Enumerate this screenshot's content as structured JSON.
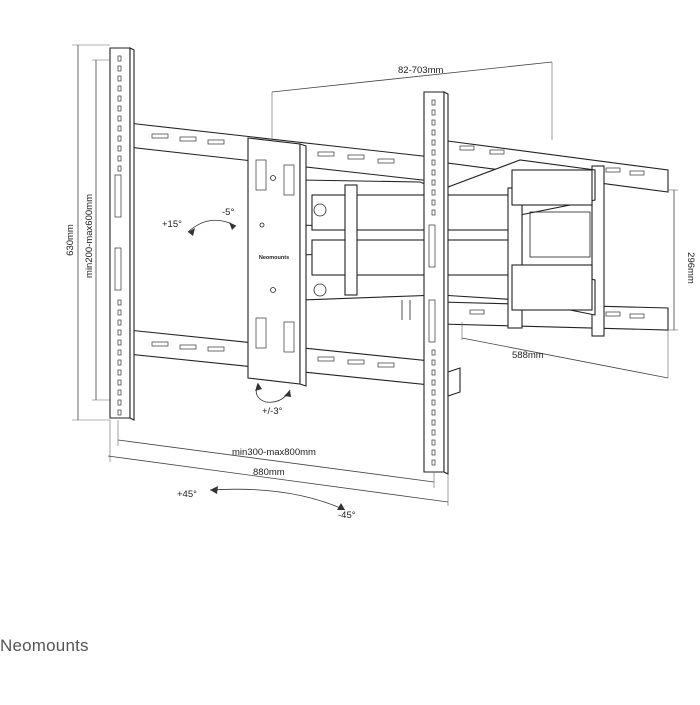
{
  "dimensions": {
    "arm_extension": "82-703mm",
    "height_total": "630mm",
    "vesa_vertical": "min200-max600mm",
    "wall_plate_height": "296mm",
    "wall_plate_width": "588mm",
    "vesa_horizontal": "min300-max800mm",
    "width_total": "880mm"
  },
  "angles": {
    "tilt_up": "+15°",
    "tilt_down": "-5°",
    "rotate": "+/-3°",
    "swivel_left": "+45°",
    "swivel_right": "-45°"
  },
  "product_label": "Neomounts",
  "brand": "Neomounts"
}
